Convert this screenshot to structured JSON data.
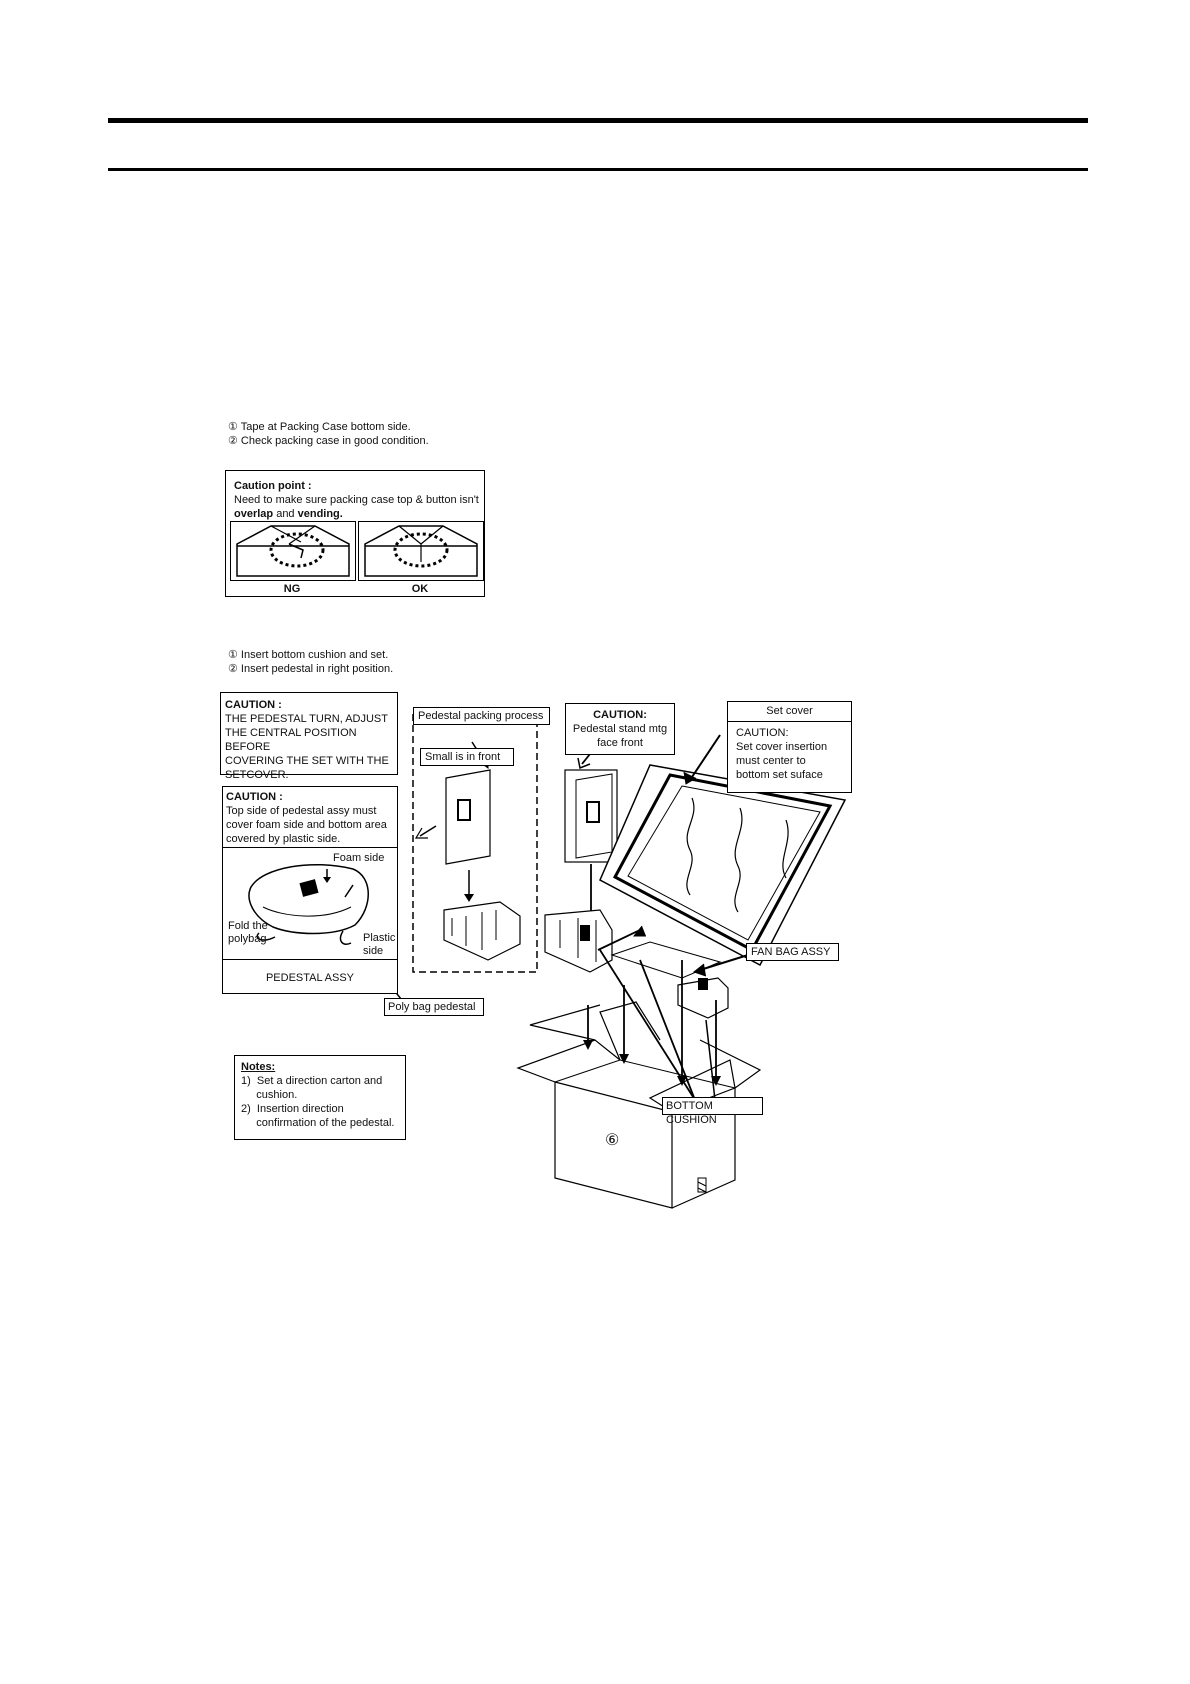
{
  "step1": {
    "items": [
      "① Tape at Packing Case bottom side.",
      "② Check packing case in good condition."
    ],
    "caution": {
      "title": "Caution point :",
      "text_before": "Need to make sure packing case top & button isn't ",
      "bold1": "overlap",
      "text_mid": " and ",
      "bold2": "vending.",
      "ng_label": "NG",
      "ok_label": "OK"
    }
  },
  "step2": {
    "items": [
      "① Insert bottom cushion and set.",
      "② Insert pedestal in right position."
    ],
    "caution_turn": {
      "title": "CAUTION :",
      "lines": [
        "THE PEDESTAL TURN, ADJUST",
        "THE CENTRAL POSITION BEFORE",
        "COVERING THE SET WITH THE",
        "SETCOVER."
      ]
    },
    "caution_top": {
      "title": "CAUTION :",
      "lines": [
        "Top side of pedestal assy must",
        "cover foam side and bottom area",
        "covered by plastic side."
      ],
      "foam_side": "Foam side",
      "fold_line1": "Fold the",
      "fold_line2": "polybag",
      "plastic_line1": "Plastic",
      "plastic_line2": "side",
      "footer": "PEDESTAL ASSY"
    },
    "poly_bag": "Poly bag pedestal",
    "pedestal_process": {
      "title": "Pedestal packing process",
      "small_front": "Small is in front"
    },
    "caution_stand": {
      "title": "CAUTION:",
      "line1": "Pedestal stand mtg",
      "line2": "face front"
    },
    "set_cover": {
      "title": "Set cover",
      "lines": [
        "CAUTION:",
        "Set cover insertion",
        "must center to",
        "bottom set suface"
      ]
    },
    "fan_bag": "FAN BAG ASSY",
    "bottom_cushion": "BOTTOM CUSHION",
    "carton_number": "⑥",
    "notes": {
      "title": "Notes:",
      "items": [
        "1)  Set a direction carton and",
        "     cushion.",
        "2)  Insertion direction",
        "     confirmation of the pedestal."
      ]
    }
  }
}
